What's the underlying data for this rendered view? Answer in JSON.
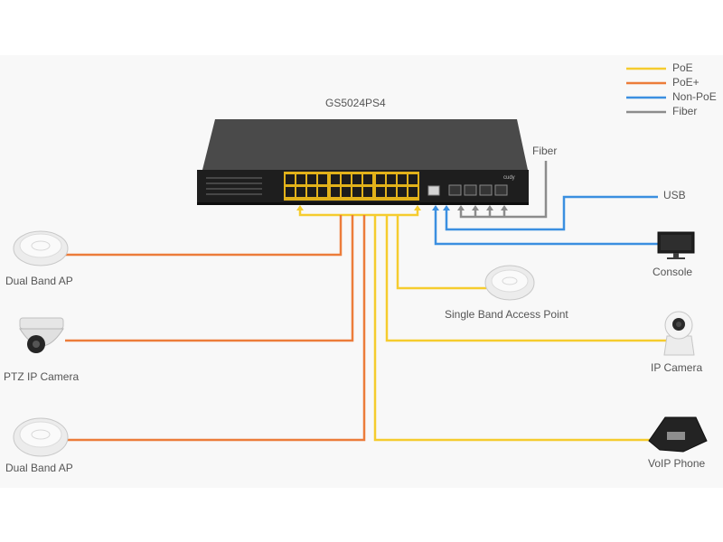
{
  "diagram": {
    "title": "GS5024PS4",
    "switch_brand": "cudy",
    "legend": [
      {
        "key": "poe",
        "label": "PoE",
        "color": "#f5cc2e"
      },
      {
        "key": "poe_plus",
        "label": "PoE+",
        "color": "#ec7c3a"
      },
      {
        "key": "non_poe",
        "label": "Non-PoE",
        "color": "#3b8fe0"
      },
      {
        "key": "fiber",
        "label": "Fiber",
        "color": "#8c8c8c"
      }
    ],
    "devices": {
      "dual_band_ap_top": "Dual Band AP",
      "ptz_camera": "PTZ IP Camera",
      "dual_band_ap_bottom": "Dual Band AP",
      "single_band_ap": "Single Band Access Point",
      "ip_camera": "IP Camera",
      "voip_phone": "VoIP Phone",
      "console": "Console"
    },
    "link_labels": {
      "fiber": "Fiber",
      "usb": "USB"
    }
  }
}
